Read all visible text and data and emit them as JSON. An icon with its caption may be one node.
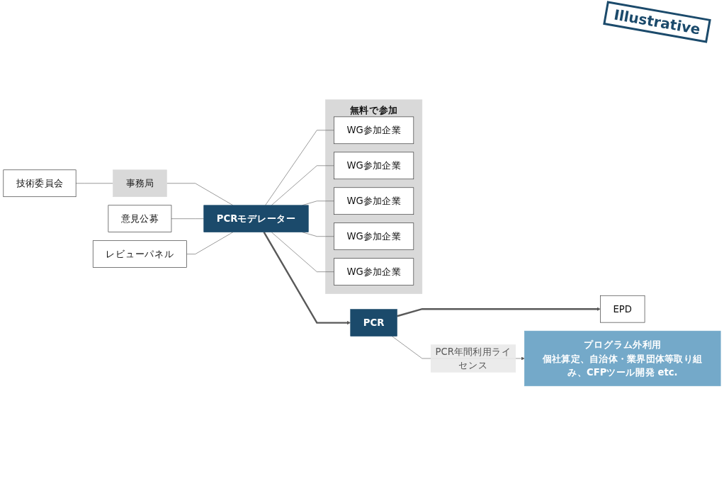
{
  "diagram": {
    "nodes": [
      {
        "text": [
          "技術委員会"
        ]
      },
      {
        "text": [
          "事務局"
        ]
      },
      {
        "text": [
          "PCRモデレーター"
        ]
      },
      {
        "text": [
          "意見公募"
        ]
      },
      {
        "text": [
          "レビューパネル"
        ]
      },
      {
        "text": [
          "無料で参加"
        ]
      },
      {
        "text": [
          "WG参加企業"
        ],
        "in": 5
      },
      {
        "text": [
          "WG参加企業"
        ],
        "in": 5
      },
      {
        "text": [
          "WG参加企業"
        ],
        "in": 5
      },
      {
        "text": [
          "WG参加企業"
        ],
        "in": 5
      },
      {
        "text": [
          "WG参加企業"
        ],
        "in": 5
      },
      {
        "text": [
          "PCR"
        ]
      },
      {
        "text": [
          "EPD"
        ]
      },
      {
        "text": [
          "プログラム外利用",
          "個社算定、自治体・業界団体等取り組み、CFPツール開発 etc."
        ]
      }
    ],
    "edges": [
      {
        "from": 0,
        "to": 1,
        "arrow": "none"
      },
      {
        "from": 1,
        "to": 2,
        "arrow": "none"
      },
      {
        "from": 3,
        "to": 2,
        "arrow": "none"
      },
      {
        "from": 4,
        "to": 2,
        "arrow": "none"
      },
      {
        "from": 2,
        "to": 6,
        "arrow": "none"
      },
      {
        "from": 2,
        "to": 7,
        "arrow": "none"
      },
      {
        "from": 2,
        "to": 8,
        "arrow": "none"
      },
      {
        "from": 2,
        "to": 9,
        "arrow": "none"
      },
      {
        "from": 2,
        "to": 10,
        "arrow": "none"
      },
      {
        "from": 2,
        "to": 11,
        "arrow": "to",
        "style": "thick"
      },
      {
        "from": 11,
        "to": 12,
        "arrow": "to",
        "style": "thick"
      },
      {
        "from": 11,
        "to": 13,
        "arrow": "to",
        "label": "PCR年間利用ライセンス"
      }
    ],
    "labels": [
      "Illustrative"
    ]
  }
}
